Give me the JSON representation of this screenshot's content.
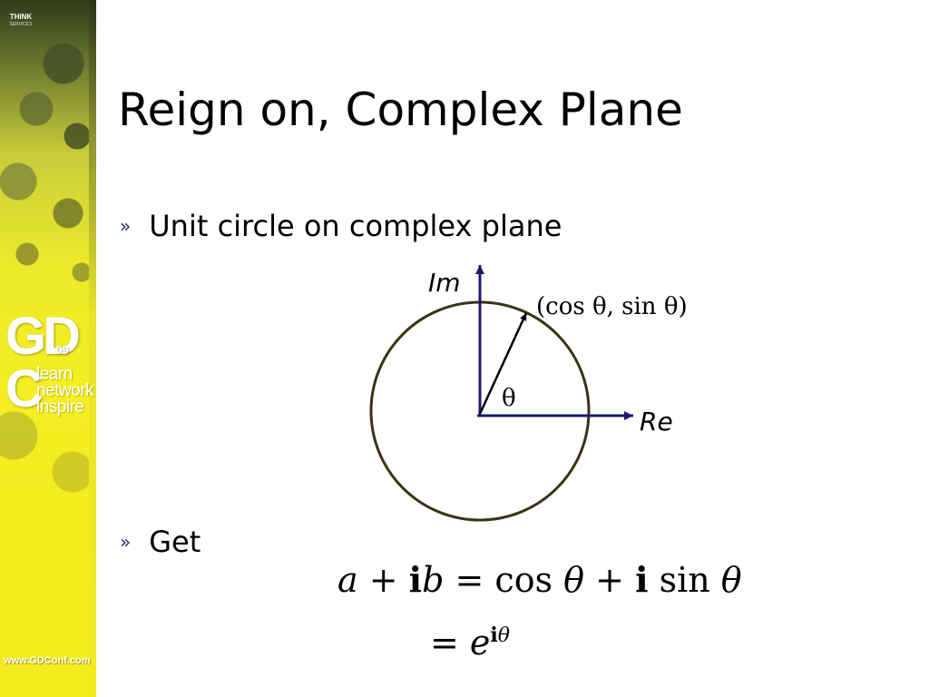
{
  "slide": {
    "title": "Reign on, Complex Plane",
    "bullet_mark": "»",
    "bullets": [
      "Unit circle on complex plane",
      "Get"
    ]
  },
  "diagram": {
    "im_label": "Im",
    "re_label": "Re",
    "point_label": "(cos θ, sin θ)",
    "angle_label": "θ",
    "axis_color": "#1a1a6e",
    "circle_color": "#3a3414"
  },
  "equation": {
    "line1": {
      "a": "a",
      "plus1": " + ",
      "i1": "i",
      "b": "b",
      "eq": " = cos ",
      "theta1": "θ",
      "plus2": " + ",
      "i2": "i",
      "sin": " sin ",
      "theta2": "θ"
    },
    "line2": {
      "eq": "= ",
      "e": "e",
      "exp_i": "i",
      "exp_theta": "θ"
    }
  },
  "branding": {
    "think_top": "THINK",
    "think_sub": "SERVICES",
    "gdc_g": "G",
    "gdc_d": "D",
    "gdc_09": "09",
    "gdc_c": "C",
    "tagline": [
      "learn",
      "network",
      "inspire"
    ],
    "website": "www.GDConf.com",
    "banner_color": "#f2ec1e"
  }
}
